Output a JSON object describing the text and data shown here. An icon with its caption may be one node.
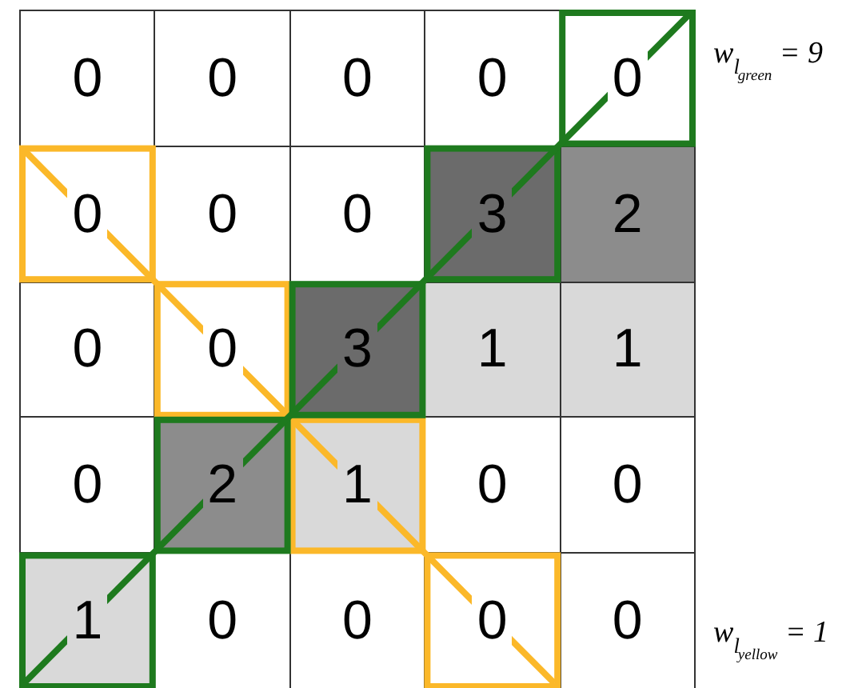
{
  "diagram": {
    "nodes": [
      {
        "text": [
          "0"
        ]
      },
      {
        "text": [
          "0"
        ]
      },
      {
        "text": [
          "0"
        ]
      },
      {
        "text": [
          "0"
        ]
      },
      {
        "text": [
          "0"
        ]
      },
      {
        "text": [
          "0"
        ]
      },
      {
        "text": [
          "0"
        ]
      },
      {
        "text": [
          "0"
        ]
      },
      {
        "text": [
          "3"
        ]
      },
      {
        "text": [
          "2"
        ]
      },
      {
        "text": [
          "0"
        ]
      },
      {
        "text": [
          "0"
        ]
      },
      {
        "text": [
          "3"
        ]
      },
      {
        "text": [
          "1"
        ]
      },
      {
        "text": [
          "1"
        ]
      },
      {
        "text": [
          "0"
        ]
      },
      {
        "text": [
          "2"
        ]
      },
      {
        "text": [
          "1"
        ]
      },
      {
        "text": [
          "0"
        ]
      },
      {
        "text": [
          "0"
        ]
      },
      {
        "text": [
          "1"
        ]
      },
      {
        "text": [
          "0"
        ]
      },
      {
        "text": [
          "0"
        ]
      },
      {
        "text": [
          "0"
        ]
      },
      {
        "text": [
          "0"
        ]
      }
    ],
    "labels": [
      "w$_{l}$$_{green}$ = 9",
      "w$_{l}$$_{yellow}$ = 1"
    ]
  }
}
